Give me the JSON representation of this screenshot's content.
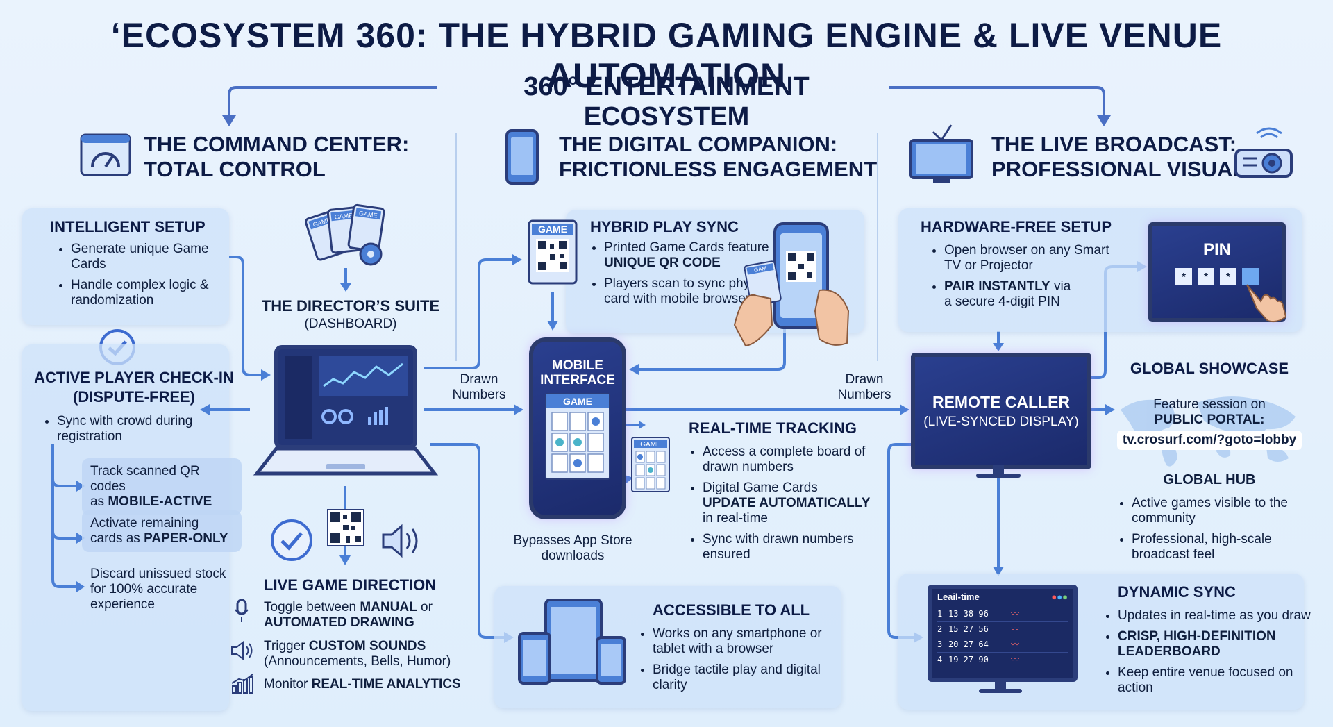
{
  "title": "‘ECOSYSTEM 360: THE HYBRID GAMING ENGINE & LIVE VENUE AUTOMATION",
  "subtitle": "360° ENTERTAINMENT ECOSYSTEM",
  "command_center": {
    "heading_line1": "THE COMMAND CENTER:",
    "heading_line2": "TOTAL CONTROL",
    "intelligent_setup": {
      "title": "INTELLIGENT SETUP",
      "bullets": [
        "Generate unique Game Cards",
        "Handle complex logic & randomization"
      ]
    },
    "check_in": {
      "title_line1": "ACTIVE PLAYER CHECK-IN",
      "title_line2": "(DISPUTE-FREE)",
      "bullet": "Sync with crowd during registration",
      "step1_a": "Track scanned QR codes",
      "step1_b": "as ",
      "step1_bold": "MOBILE-ACTIVE",
      "step2_a": "Activate remaining",
      "step2_b": "cards as ",
      "step2_bold": "PAPER-ONLY",
      "step3": "Discard unissued stock for 100% accurate experience"
    },
    "director_suite_line1": "THE DIRECTOR’S SUITE",
    "director_suite_line2": "(DASHBOARD)",
    "game_card_word": "GAME",
    "live_direction": {
      "title": "LIVE GAME DIRECTION",
      "item1_a": "Toggle between ",
      "item1_bold1": "MANUAL",
      "item1_b": " or",
      "item1_bold2": "AUTOMATED DRAWING",
      "item2_a": "Trigger ",
      "item2_bold": "CUSTOM SOUNDS",
      "item2_b": "(Announcements, Bells, Humor)",
      "item3_a": "Monitor ",
      "item3_bold": "REAL-TIME ANALYTICS"
    }
  },
  "digital_companion": {
    "heading_line1": "THE DIGITAL COMPANION:",
    "heading_line2": "FRICTIONLESS ENGAGEMENT",
    "hybrid_sync": {
      "title": "HYBRID PLAY SYNC",
      "b1_a": "Printed Game Cards feature",
      "b1_bold": "UNIQUE QR CODE",
      "b2": "Players scan to sync physical card with mobile browser",
      "card_word": "GAME",
      "hand_card_word": "GAM"
    },
    "drawn_numbers_1": "Drawn Numbers",
    "mobile_interface_line1": "MOBILE",
    "mobile_interface_line2": "INTERFACE",
    "mobile_card_word": "GAME",
    "mini_card_word": "GAME",
    "bypasses": "Bypasses App Store downloads",
    "real_time": {
      "title": "REAL-TIME TRACKING",
      "b1": "Access a complete board of drawn numbers",
      "b2_a": "Digital Game Cards",
      "b2_bold": "UPDATE AUTOMATICALLY",
      "b2_b": "in real-time",
      "b3": "Sync with drawn numbers ensured"
    },
    "accessible": {
      "title": "ACCESSIBLE TO ALL",
      "b1": "Works on any smartphone or tablet with a browser",
      "b2": "Bridge tactile play and digital clarity"
    }
  },
  "live_broadcast": {
    "heading_line1": "THE LIVE BROADCAST:",
    "heading_line2": "PROFESSIONAL VISUALS",
    "hardware_free": {
      "title": "HARDWARE-FREE SETUP",
      "b1": "Open browser on any Smart TV or Projector",
      "b2_bold": "PAIR INSTANTLY",
      "b2_a": " via",
      "b2_b": "a secure 4-digit PIN",
      "pin_label": "PIN",
      "pin_digits": [
        "*",
        "*",
        "*",
        ""
      ]
    },
    "drawn_numbers_2": "Drawn Numbers",
    "remote_caller_line1": "REMOTE CALLER",
    "remote_caller_line2": "(LIVE-SYNCED DISPLAY)",
    "global_showcase": {
      "title": "GLOBAL SHOWCASE",
      "line1": "Feature session on",
      "line2": "PUBLIC PORTAL:",
      "url": "tv.crosurf.com/?goto=lobby",
      "hub_title": "GLOBAL HUB",
      "b1": "Active games visible to the community",
      "b2": "Professional, high-scale broadcast feel"
    },
    "leaderboard": {
      "header": "Leail-time",
      "rows": [
        {
          "rank": "1",
          "nums": "13 38 96"
        },
        {
          "rank": "2",
          "nums": "15 27 56"
        },
        {
          "rank": "3",
          "nums": "20 27 64"
        },
        {
          "rank": "4",
          "nums": "19 27 90"
        }
      ]
    },
    "dynamic_sync": {
      "title": "DYNAMIC SYNC",
      "b1": "Updates in real-time as you draw",
      "b2_bold": "CRISP, HIGH-DEFINITION LEADERBOARD",
      "b3": "Keep entire venue focused on action"
    }
  },
  "colors": {
    "accent": "#4a7fd6",
    "navy": "#0d1b45",
    "screen": "#23367c"
  }
}
